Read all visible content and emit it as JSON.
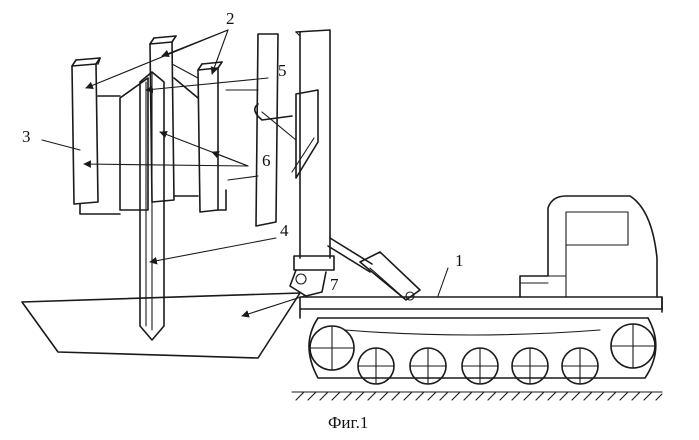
{
  "caption": "Фиг.1",
  "labels": {
    "l1": "1",
    "l2": "2",
    "l3": "3",
    "l4": "4",
    "l5": "5",
    "l6": "6",
    "l7": "7"
  },
  "colors": {
    "ink": "#1a1a1a",
    "paper": "#ffffff"
  }
}
